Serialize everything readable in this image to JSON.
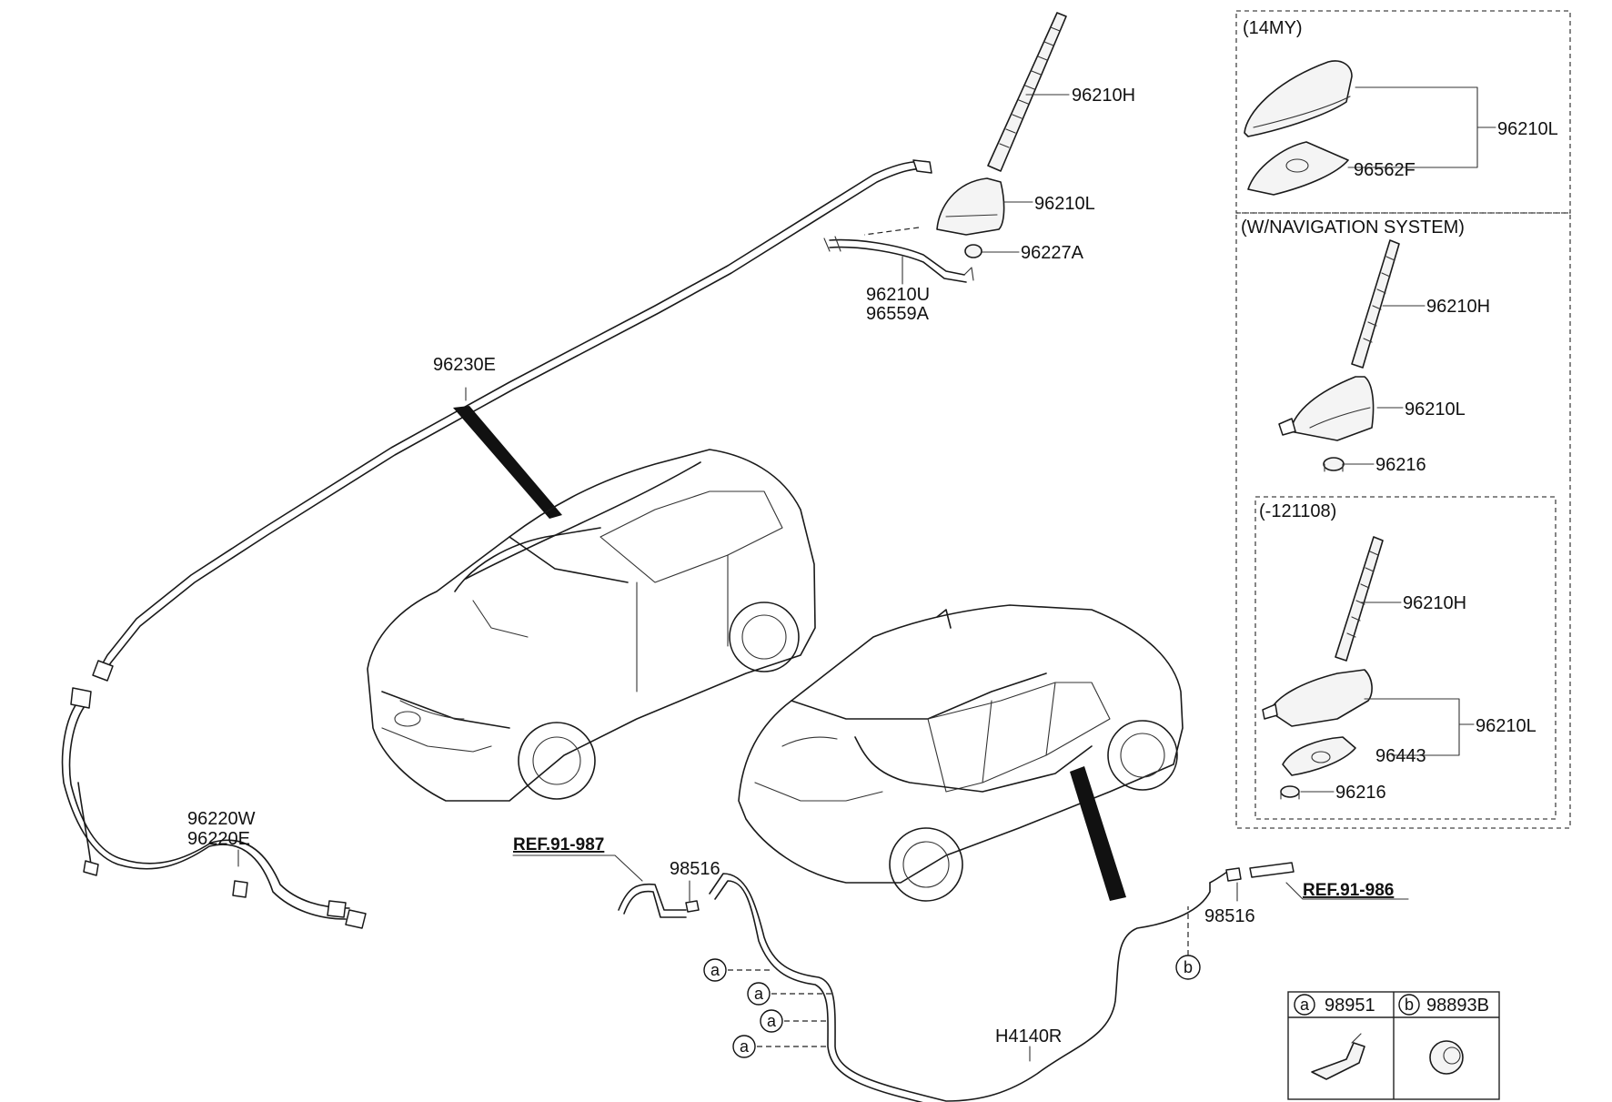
{
  "labels": {
    "antenna_rod": "96210H",
    "antenna_base": "96210L",
    "grommet": "96227A",
    "bracket_1": "96210U",
    "bracket_2": "96559A",
    "roof_cable": "96230E",
    "wire_1": "96220W",
    "wire_2": "96220E",
    "clip_left": "98516",
    "clip_right": "98516",
    "main_cable": "H4140R",
    "ref_left": "REF.91-987",
    "ref_right": "REF.91-986"
  },
  "boxes": {
    "my14": {
      "header": "(14MY)",
      "base": "96210L",
      "pad": "96562F"
    },
    "nav": {
      "header": "(W/NAVIGATION SYSTEM)",
      "rod": "96210H",
      "base": "96210L",
      "seal": "96216"
    },
    "early": {
      "header": "(-121108)",
      "rod": "96210H",
      "base": "96210L",
      "pad": "96443",
      "seal": "96216"
    }
  },
  "callouts": {
    "a": "a",
    "b": "b"
  },
  "legend": {
    "a_symbol": "a",
    "a_part": "98951",
    "b_symbol": "b",
    "b_part": "98893B"
  }
}
